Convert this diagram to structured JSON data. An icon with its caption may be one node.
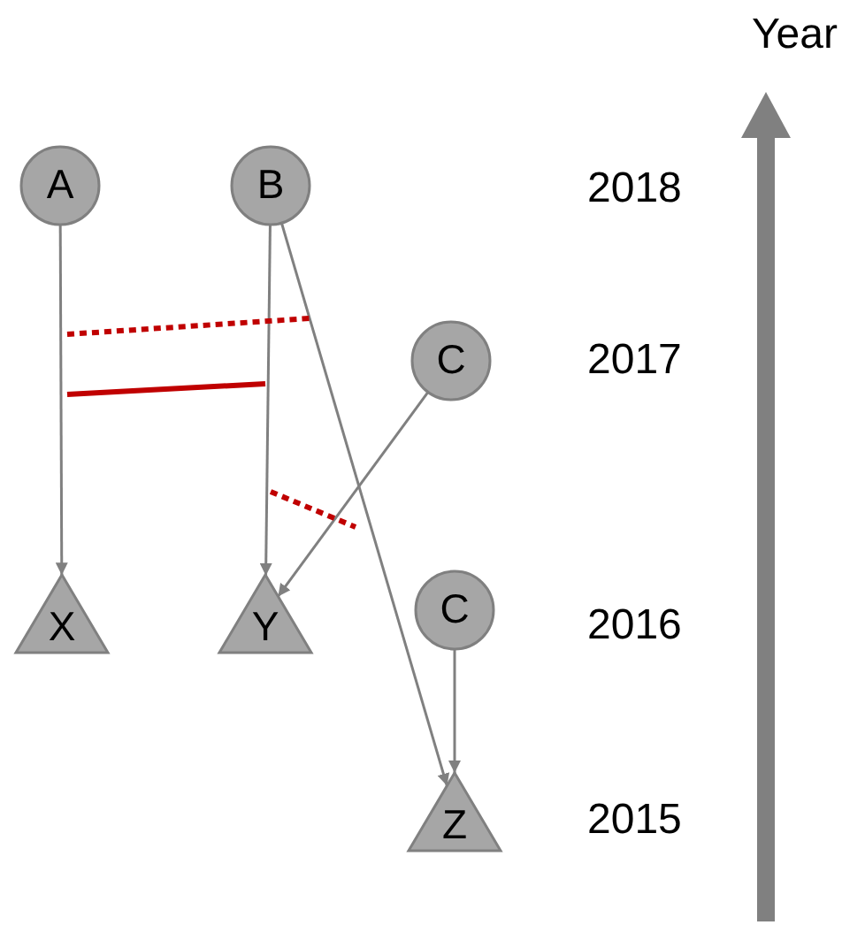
{
  "diagram": {
    "nodes": [
      {
        "text": [
          "A"
        ]
      },
      {
        "text": [
          "B"
        ]
      },
      {
        "text": [
          "C"
        ]
      },
      {
        "text": [
          "X"
        ]
      },
      {
        "text": [
          "Y"
        ]
      },
      {
        "text": [
          "C"
        ]
      },
      {
        "text": [
          "Z"
        ]
      }
    ],
    "edges": [
      {
        "from": 0,
        "to": 3,
        "arrow": "to"
      },
      {
        "from": 1,
        "to": 4,
        "arrow": "to"
      },
      {
        "from": 1,
        "to": 6,
        "arrow": "to"
      },
      {
        "from": 2,
        "to": 4,
        "arrow": "to"
      },
      {
        "from": 5,
        "to": 6,
        "arrow": "to"
      }
    ],
    "labels": [
      "Year",
      "2018",
      "2017",
      "2016",
      "2015"
    ]
  }
}
